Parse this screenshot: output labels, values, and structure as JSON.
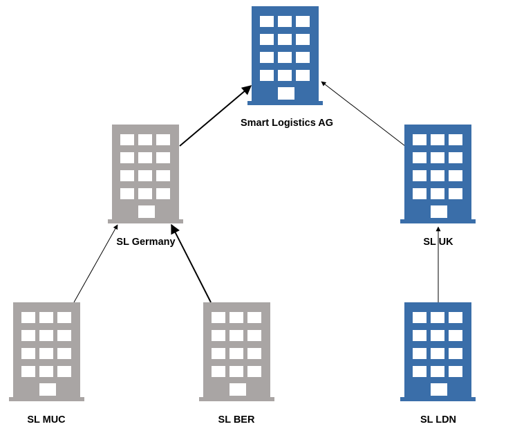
{
  "colors": {
    "blue": "#3a6ea9",
    "gray": "#a9a5a4",
    "arrow": "#000000"
  },
  "nodes": {
    "hq": {
      "label": "Smart Logistics AG",
      "color": "blue",
      "icon": "office-building-icon"
    },
    "germany": {
      "label": "SL Germany",
      "color": "gray",
      "icon": "office-building-icon"
    },
    "uk": {
      "label": "SL UK",
      "color": "blue",
      "icon": "office-building-icon"
    },
    "muc": {
      "label": "SL MUC",
      "color": "gray",
      "icon": "office-building-icon"
    },
    "ber": {
      "label": "SL BER",
      "color": "gray",
      "icon": "office-building-icon"
    },
    "ldn": {
      "label": "SL LDN",
      "color": "blue",
      "icon": "office-building-icon"
    }
  },
  "edges": [
    {
      "from": "germany",
      "to": "hq"
    },
    {
      "from": "uk",
      "to": "hq"
    },
    {
      "from": "muc",
      "to": "germany"
    },
    {
      "from": "ber",
      "to": "germany"
    },
    {
      "from": "ldn",
      "to": "uk"
    }
  ]
}
